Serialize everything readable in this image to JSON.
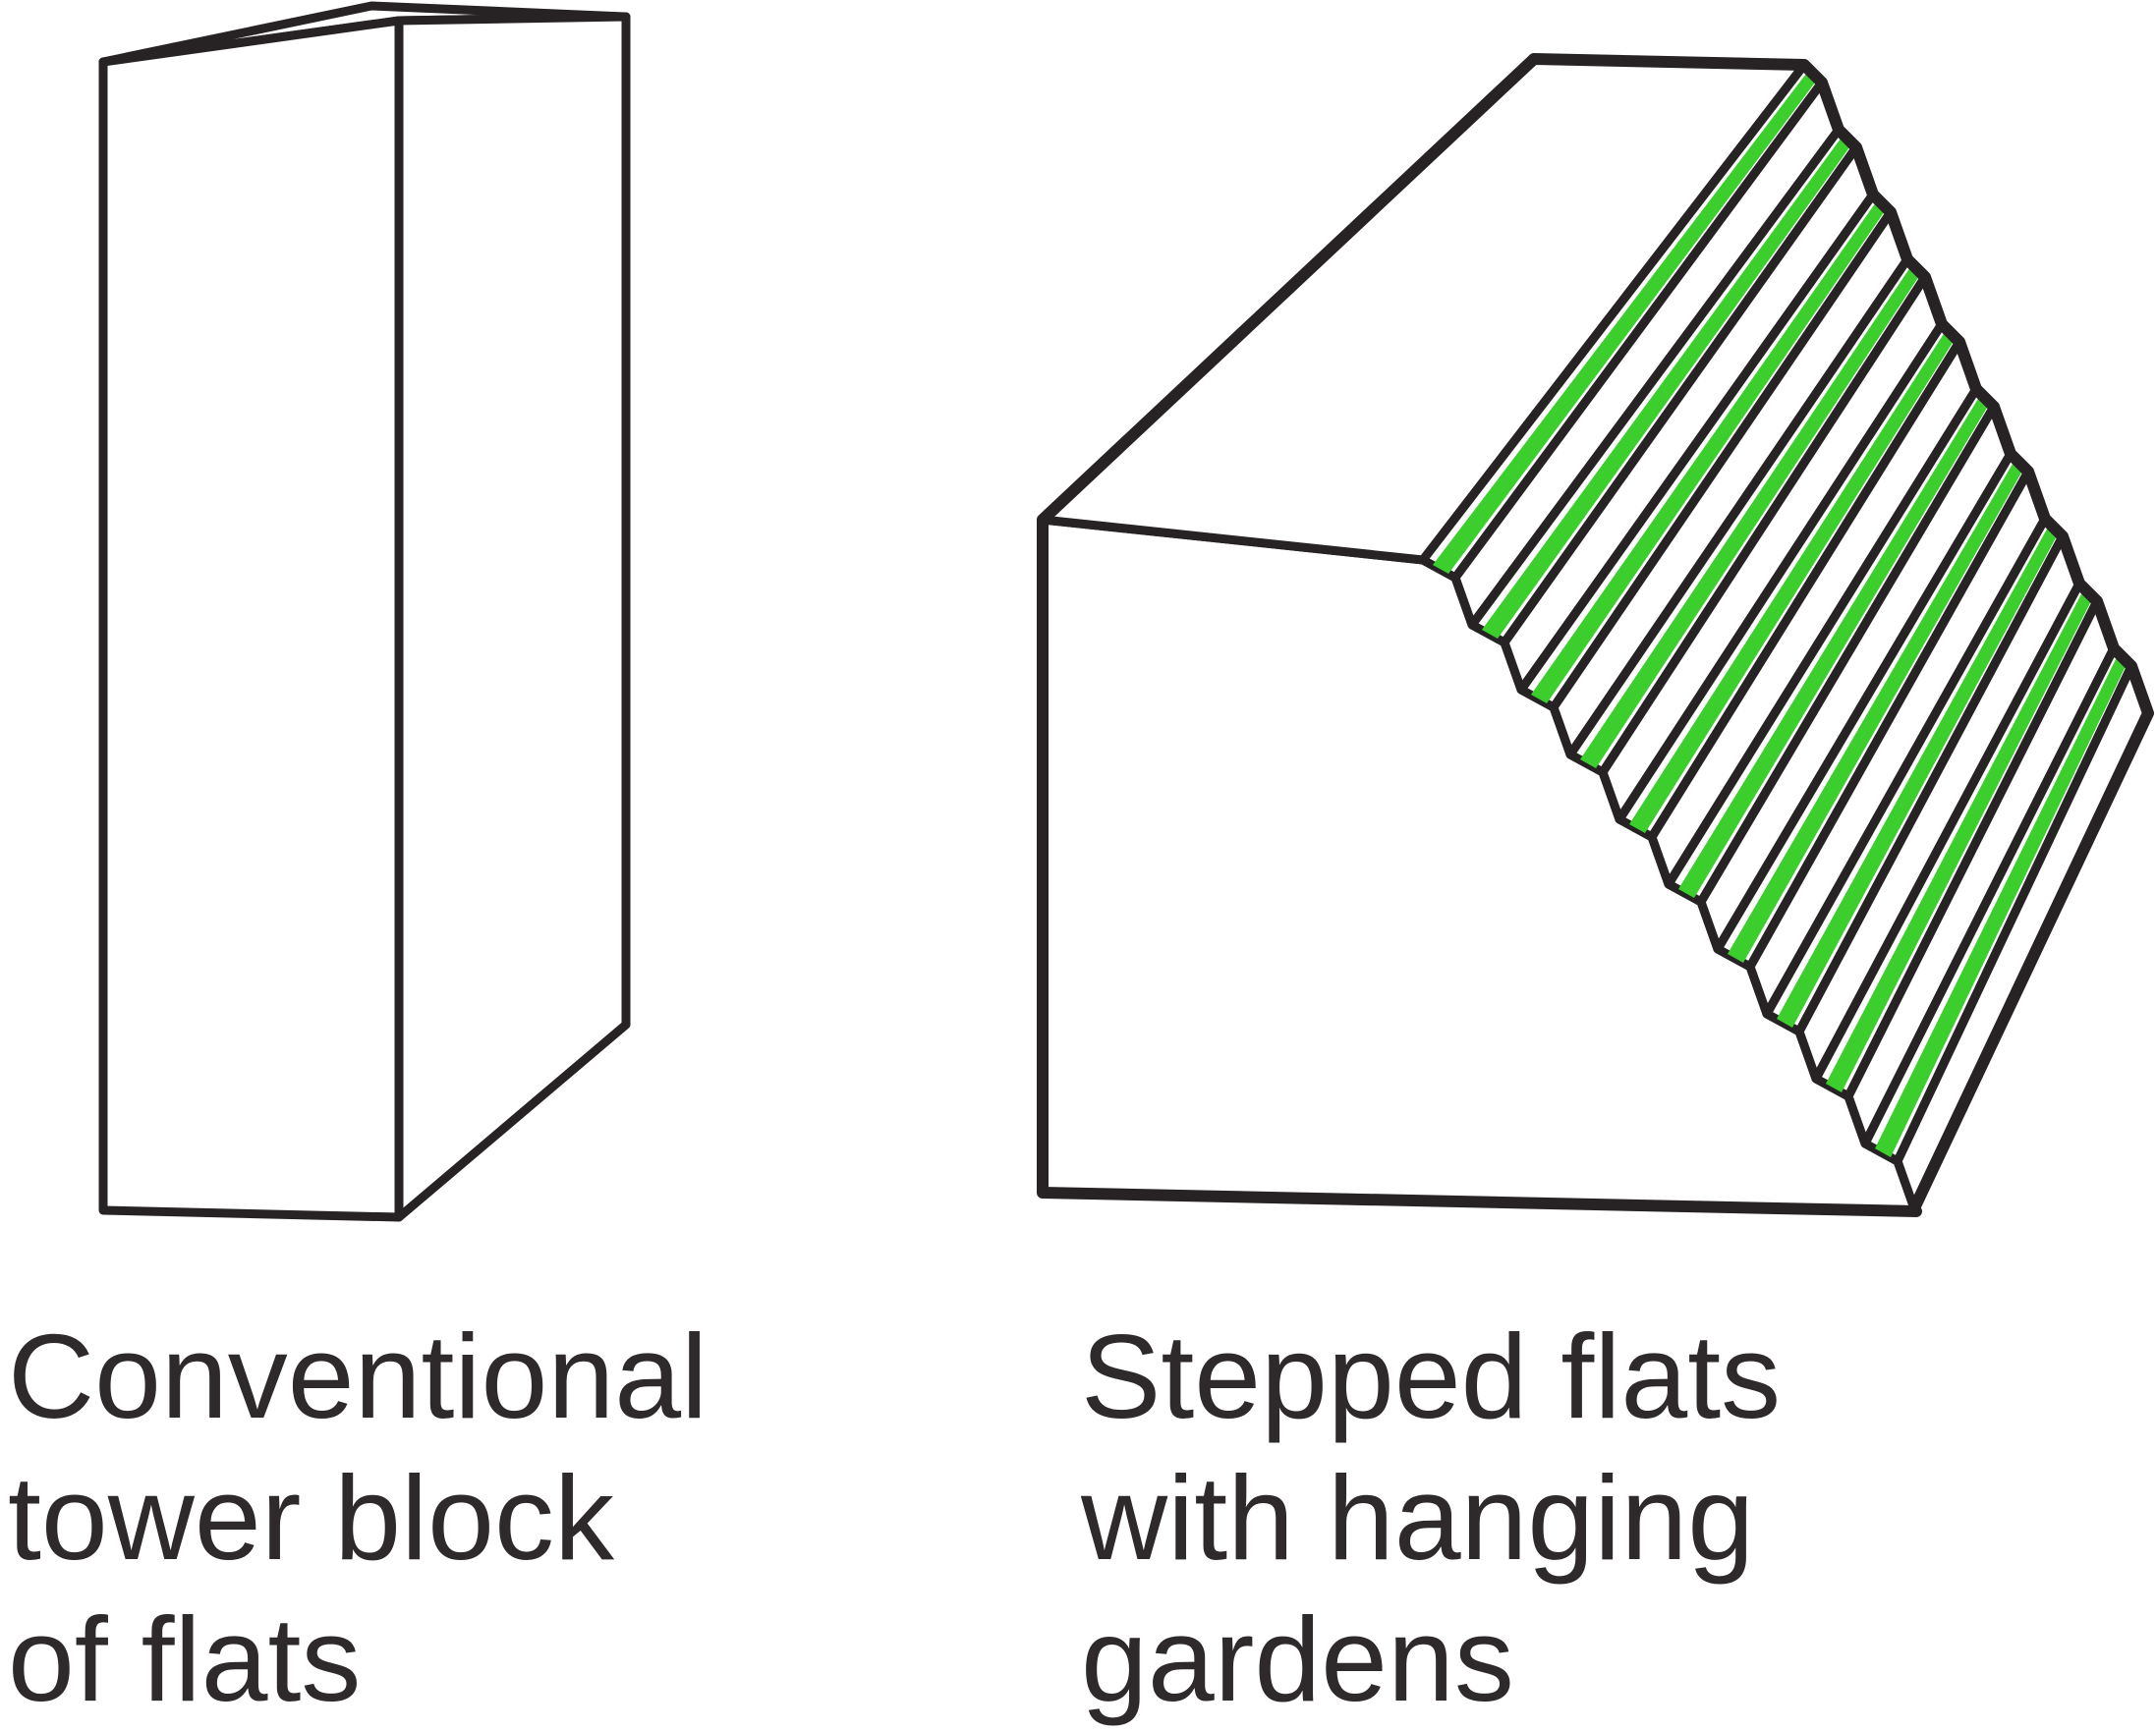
{
  "colors": {
    "background": "#ffffff",
    "face_white": "#ffffff",
    "outline": "#272324",
    "garden_green": "#3bce2d",
    "text": "#2e2a2b"
  },
  "labels": {
    "left": {
      "lines": [
        "Conventional",
        "tower block",
        "of flats"
      ]
    },
    "right": {
      "lines": [
        "Stepped flats",
        "with hanging",
        "gardens"
      ]
    }
  },
  "figures": {
    "tower_block": {
      "name": "conventional-tower-block"
    },
    "stepped_flats": {
      "name": "stepped-flats-with-hanging-gardens",
      "terrace_count": 10
    }
  }
}
